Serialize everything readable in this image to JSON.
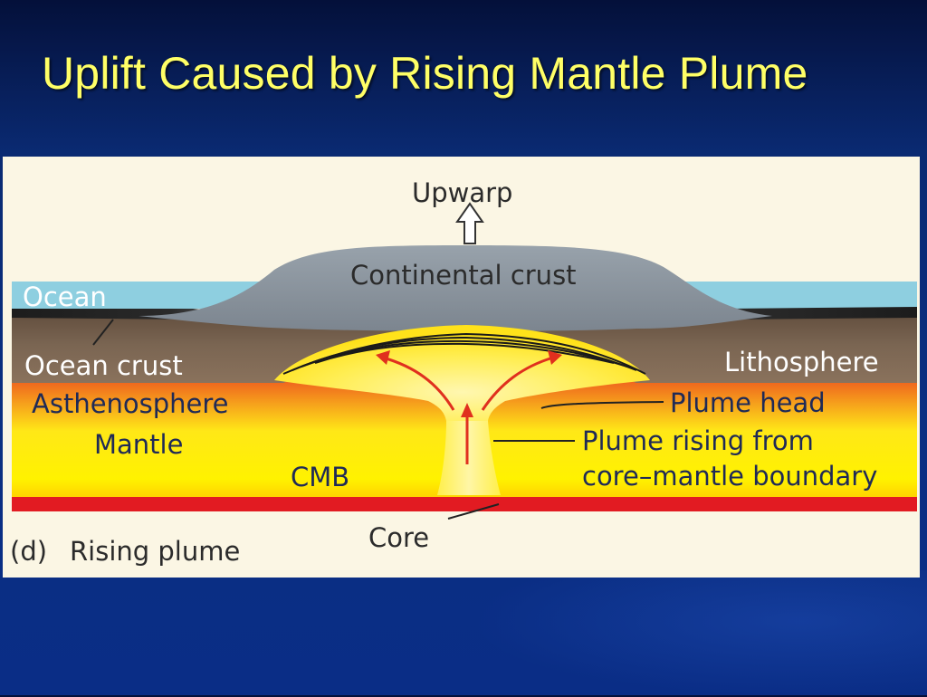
{
  "slide": {
    "title": "Uplift Caused by Rising Mantle Plume"
  },
  "figure": {
    "upwarp": "Upwarp",
    "continental_crust": "Continental crust",
    "ocean": "Ocean",
    "ocean_crust": "Ocean crust",
    "lithosphere": "Lithosphere",
    "asthenosphere": "Asthenosphere",
    "mantle": "Mantle",
    "cmb": "CMB",
    "plume_head": "Plume head",
    "plume_rising_1": "Plume rising from",
    "plume_rising_2": "core–mantle boundary",
    "core": "Core",
    "caption_letter": "(d)",
    "caption": "Rising plume"
  },
  "colors": {
    "title": "#ffff66",
    "background": "#0b2f82",
    "sky": "#fbf6e4",
    "ocean": "#8ecfe0",
    "continental_crust": "#8a949e",
    "lithosphere": "#6e5a48",
    "mantle": "#fff200",
    "asthenosphere": "#ef6f1f",
    "core": "#e21b22",
    "arrow": "#e0301e"
  }
}
